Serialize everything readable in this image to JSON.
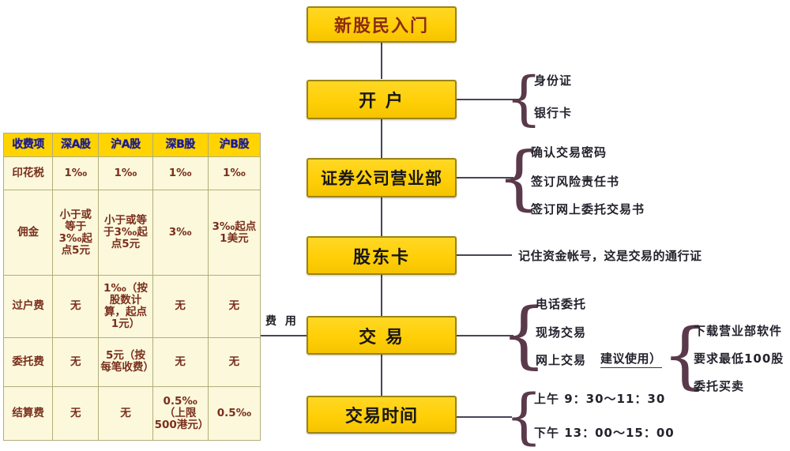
{
  "diagram": {
    "title": "新股民入门",
    "fee_connector_label": "费 用",
    "nodes": [
      {
        "id": "root",
        "label": "新股民入门"
      },
      {
        "id": "open",
        "label": "开  户"
      },
      {
        "id": "broker",
        "label": "证券公司营业部"
      },
      {
        "id": "card",
        "label": "股东卡"
      },
      {
        "id": "trade",
        "label": "交  易"
      },
      {
        "id": "time",
        "label": "交易时间"
      }
    ],
    "branches": {
      "open": [
        "身份证",
        "银行卡"
      ],
      "broker": [
        "确认交易密码",
        "签订风险责任书",
        "签订网上委托交易书"
      ],
      "card": [
        "记住资金帐号，这是交易的通行证"
      ],
      "trade": [
        "电话委托",
        "现场交易",
        "网上交易"
      ],
      "trade_online_note": "建议使用）",
      "online_sub": [
        "下载营业部软件",
        "要求最低100股",
        "委托买卖"
      ],
      "time": [
        "上午 9：30～11：30",
        "下午 13：00～15：00"
      ]
    }
  },
  "fee_table": {
    "columns": [
      "收费项",
      "深A股",
      "沪A股",
      "深B股",
      "沪B股"
    ],
    "rows": [
      {
        "item": "印花税",
        "cells": [
          "1‰",
          "1‰",
          "1‰",
          "1‰"
        ]
      },
      {
        "item": "佣金",
        "cells": [
          "小于或等于3‰起点5元",
          "小于或等于3‰起点5元",
          "3‰",
          "3‰起点1美元"
        ]
      },
      {
        "item": "过户费",
        "cells": [
          "无",
          "1‰（按股数计算，起点1元）",
          "无",
          "无"
        ]
      },
      {
        "item": "委托费",
        "cells": [
          "无",
          "5元（按每笔收费）",
          "无",
          "无"
        ]
      },
      {
        "item": "结算费",
        "cells": [
          "无",
          "无",
          "0.5‰（上限500港元）",
          "0.5‰"
        ]
      }
    ]
  },
  "colors": {
    "node_fill": "#ffcf07",
    "node_border": "#9c8413",
    "root_text": "#8d2b12",
    "table_header_bg": "#ffd400",
    "table_header_text": "#1b1b8f",
    "table_cell_bg": "#fbf8dc",
    "table_cell_text": "#7a2f1c",
    "connector": "#4b4458",
    "brace": "#5a3a4a"
  }
}
